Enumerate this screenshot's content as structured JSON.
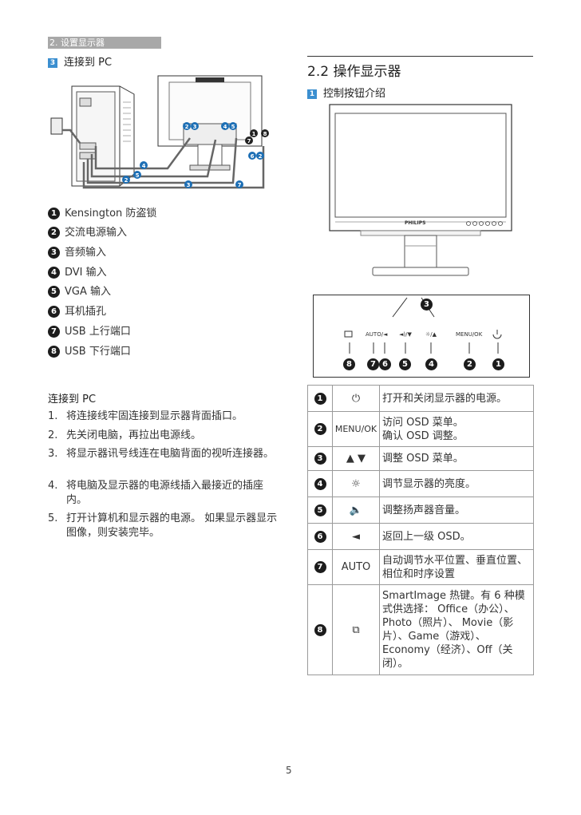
{
  "header": {
    "section_tag": "2. 设置显示器"
  },
  "left": {
    "connect_heading_num": "3",
    "connect_heading": "连接到 PC",
    "diagram_badges": [
      "1",
      "8",
      "7",
      "6",
      "2",
      "3",
      "4",
      "5",
      "4",
      "5",
      "2",
      "3",
      "7"
    ],
    "legend": [
      {
        "num": "1",
        "text": "Kensington 防盗锁"
      },
      {
        "num": "2",
        "text": "交流电源输入"
      },
      {
        "num": "3",
        "text": "音频输入"
      },
      {
        "num": "4",
        "text": "DVI 输入"
      },
      {
        "num": "5",
        "text": "VGA 输入"
      },
      {
        "num": "6",
        "text": "耳机插孔"
      },
      {
        "num": "7",
        "text": "USB 上行端口"
      },
      {
        "num": "8",
        "text": "USB 下行端口"
      }
    ],
    "steps_title": "连接到 PC",
    "steps": [
      {
        "n": "1.",
        "text": "将连接线牢固连接到显示器背面插口。"
      },
      {
        "n": "2.",
        "text": "先关闭电脑，再拉出电源线。"
      },
      {
        "n": "3.",
        "text": "将显示器讯号线连在电脑背面的视听连接器。"
      },
      {
        "n": "4.",
        "text": "将电脑及显示器的电源线插入最接近的插座内。"
      },
      {
        "n": "5.",
        "text": "打开计算机和显示器的电源。 如果显示器显示图像，则安装完毕。"
      }
    ]
  },
  "right": {
    "section_title": "2.2  操作显示器",
    "sub_num": "1",
    "sub_heading": "控制按钮介绍",
    "monitor_brand": "PHILIPS",
    "panel_labels": [
      "AUTO/◄",
      "◄)/▼",
      "☼/▲",
      "MENU/OK"
    ],
    "panel_top_badge": "3",
    "panel_badges": [
      "8",
      "7",
      "6",
      "5",
      "4",
      "2",
      "1"
    ],
    "table": [
      {
        "num": "1",
        "key": "⏻",
        "desc": "打开和关闭显示器的电源。"
      },
      {
        "num": "2",
        "key": "MENU/OK",
        "desc": "访问 OSD 菜单。\n确认 OSD 调整。"
      },
      {
        "num": "3",
        "key": "▲ ▼",
        "desc": "调整 OSD 菜单。"
      },
      {
        "num": "4",
        "key": "☼",
        "desc": "调节显示器的亮度。"
      },
      {
        "num": "5",
        "key": "🔈",
        "desc": "调整扬声器音量。"
      },
      {
        "num": "6",
        "key": "◄",
        "desc": "返回上一级 OSD。"
      },
      {
        "num": "7",
        "key": "AUTO",
        "desc": "自动调节水平位置、垂直位置、相位和时序设置"
      },
      {
        "num": "8",
        "key": "⧉",
        "desc": "SmartImage 热键。有 6 种模式供选择： Office（办公）、Photo（照片）、 Movie（影片）、Game（游戏）、Economy（经济）、Off（关闭）。"
      }
    ]
  },
  "footer": {
    "page_number": "5"
  }
}
